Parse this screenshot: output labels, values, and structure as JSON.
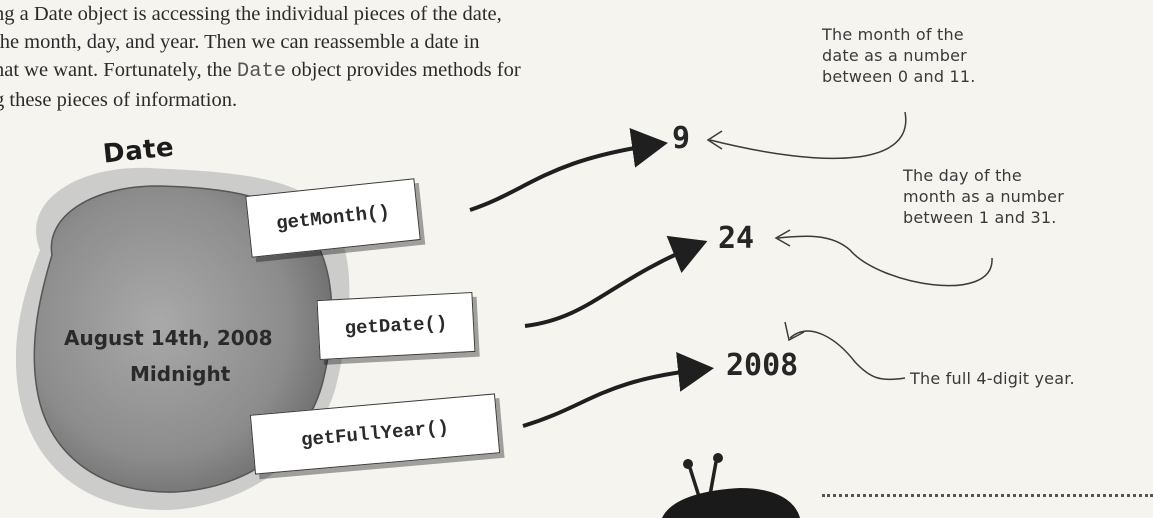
{
  "body_text": {
    "line1": "ng a Date object is accessing the individual pieces of the date,",
    "line2": "the month, day, and year. Then we can reassemble a date in",
    "line3_before": "nat we want. Fortunately, the ",
    "line3_code": "Date",
    "line3_after": " object provides methods for",
    "line4": "g these pieces of information."
  },
  "date_object": {
    "title": "Date",
    "value_date": "August 14th, 2008",
    "value_time": "Midnight"
  },
  "methods": [
    {
      "label": "getMonth()",
      "result": "9"
    },
    {
      "label": "getDate()",
      "result": "24"
    },
    {
      "label": "getFullYear()",
      "result": "2008"
    }
  ],
  "annotations": {
    "month": [
      "The month of the",
      "date as a number",
      "between 0 and 11."
    ],
    "day": [
      "The day of the",
      "month as a number",
      "between 1 and 31."
    ],
    "year": "The full 4-digit year."
  },
  "colors": {
    "blob_fill": "#8e8e8e",
    "blob_outer": "#bdbdbd",
    "card_fill": "#ffffff",
    "text": "#2b2b2b",
    "arrow": "#1f1f1f",
    "page_background": "#f6f4ee"
  }
}
